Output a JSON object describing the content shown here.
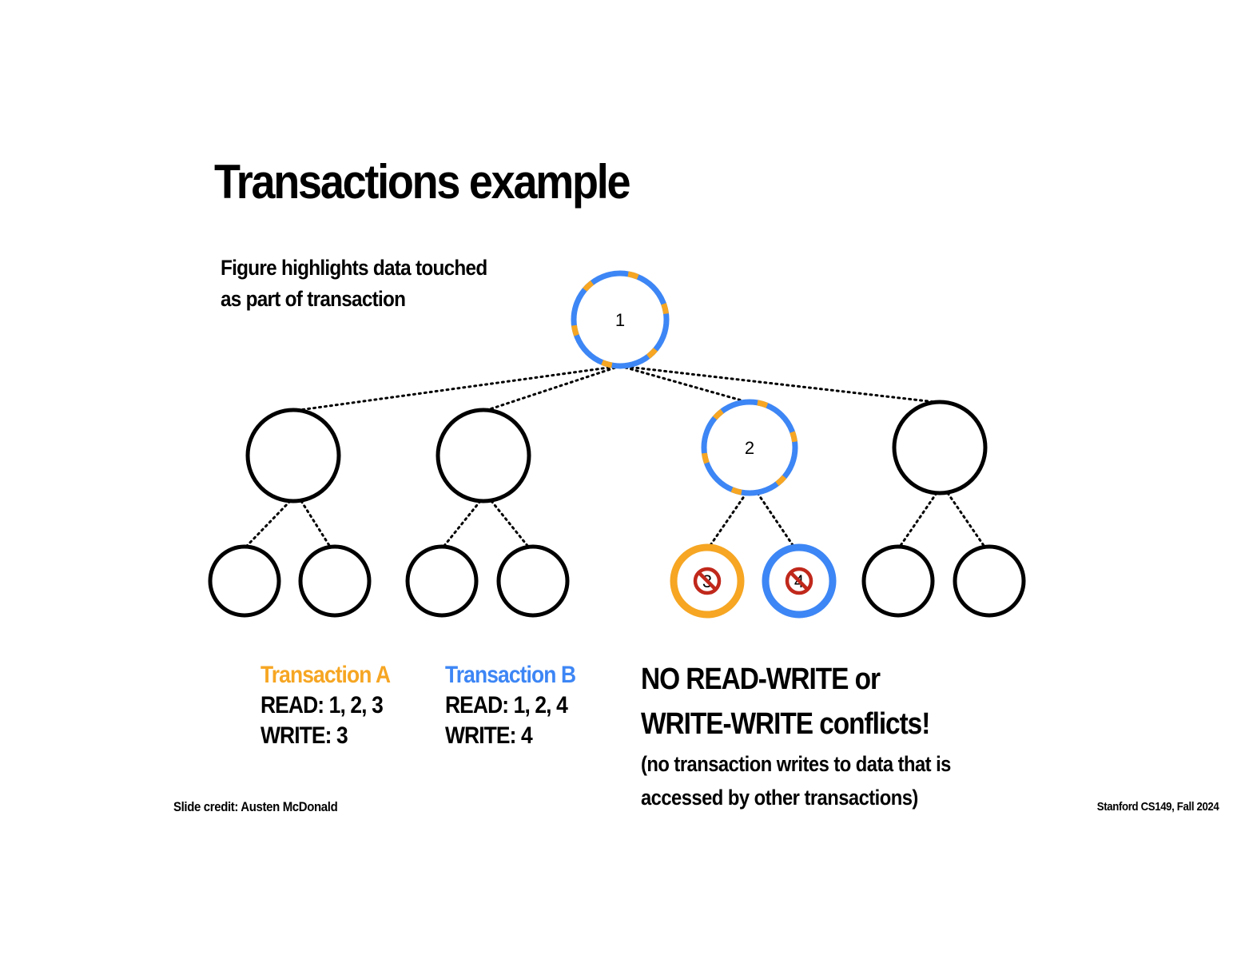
{
  "title": "Transactions example",
  "intro": {
    "line1": "Figure highlights data touched",
    "line2": "as part of transaction"
  },
  "colors": {
    "transaction_a": "#f6a623",
    "transaction_b": "#3d86f5",
    "no_symbol": "#c0281b",
    "node_outline": "#000000"
  },
  "tree": {
    "root": {
      "label": "1",
      "touched_by": [
        "A",
        "B"
      ]
    },
    "level1": [
      {
        "label": "",
        "touched_by": []
      },
      {
        "label": "",
        "touched_by": []
      },
      {
        "label": "2",
        "touched_by": [
          "A",
          "B"
        ]
      },
      {
        "label": "",
        "touched_by": []
      }
    ],
    "leaves": [
      {
        "label": "",
        "touched_by": []
      },
      {
        "label": "",
        "touched_by": []
      },
      {
        "label": "",
        "touched_by": []
      },
      {
        "label": "",
        "touched_by": []
      },
      {
        "label": "3",
        "touched_by": [
          "A"
        ],
        "no_symbol": true,
        "icon": "no-symbol-icon"
      },
      {
        "label": "4",
        "touched_by": [
          "B"
        ],
        "no_symbol": true,
        "icon": "no-symbol-icon"
      },
      {
        "label": "",
        "touched_by": []
      },
      {
        "label": "",
        "touched_by": []
      }
    ]
  },
  "transaction_a": {
    "name": "Transaction A",
    "read": "READ: 1, 2, 3",
    "write": "WRITE: 3"
  },
  "transaction_b": {
    "name": "Transaction B",
    "read": "READ: 1, 2, 4",
    "write": "WRITE: 4"
  },
  "conclusion": {
    "line1": "NO READ-WRITE or",
    "line2": "WRITE-WRITE conflicts!",
    "sub1": "(no transaction writes to data that is",
    "sub2": "accessed by other transactions)"
  },
  "footer": {
    "credit": "Slide credit: Austen McDonald",
    "course": "Stanford CS149, Fall 2024"
  }
}
